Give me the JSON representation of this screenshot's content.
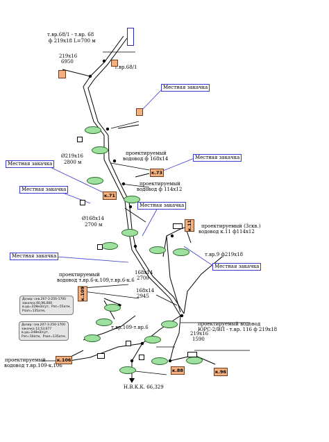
{
  "labels": {
    "tp68_top": "т.вр.68/1 - т.вр. 68",
    "pipe_top": "ф 219х18 L=700 м",
    "pipe_219_16_a": "219х16",
    "len_6950": "6950",
    "tp68_1": "т.вр.68/1",
    "pipe_219_16_b": "Ø219х16",
    "len_2800": "2800 м",
    "proj_168_line1": "проектируемый",
    "proj_168_line2": "водовод  ф 168х14",
    "proj_114_line1": "проектируемый",
    "proj_114_line2": "водовод  ф 114х12",
    "pipe_168_14": "Ø168х14",
    "len_2700": "2700 м",
    "proj3_line1": "проектируемый (3скв.)",
    "proj3_line2": "водовод  к.11 ф114х12",
    "tp9": "т.вр.9  ф219х18",
    "proj_6_line1": "проектируемый",
    "proj_6_line2": "водовод т.вр.6-к.109,т.вр.6-к.6",
    "pipe_168_14_b": "168х14",
    "len_2700_b": "2700",
    "pipe_168_14_c": "168х14",
    "len_2945": "2945",
    "tp109": "т.вр.109-т.вр.6",
    "proj_116_line1": "проектируемый водовод",
    "proj_116_line2": "ЮРС-2/ВП - т.вр. 116  ф 219х18",
    "pipe_219_16_c": "219х16",
    "len_1590": "1590",
    "proj_106_line1": "проектируемый",
    "proj_106_line2": "водовод  т.вр.109-к.106",
    "nvk": "Н.В.К.К. 66,329"
  },
  "local_injection": [
    "Местная закачка",
    "Местная закачка",
    "Местная закачка",
    "Местная закачка",
    "Местная закачка",
    "Местная закачка",
    "Местная закачка"
  ],
  "wells": [
    "к.71",
    "к.73",
    "к.11",
    "к.109",
    "к.106",
    "к.88",
    "к.96"
  ],
  "notes": {
    "note1": "Дозир: скв.207-3-250-1700\nзакачка 60,96,000\nв.уд=228м3/сут,  Рзп=55атм,\nРзап=135атм,",
    "note2": "Дозир: скв.207-3-250-1700\nзакачка 12,53,077\nв.уд=248м3/сут,\nРзп=50атм,  Рзап=135атм,"
  },
  "colors": {
    "pipe": "#000000",
    "callout_border": "#3a3ad0",
    "well_fill": "#f4b07e",
    "node_oval": "#9ee09e"
  }
}
